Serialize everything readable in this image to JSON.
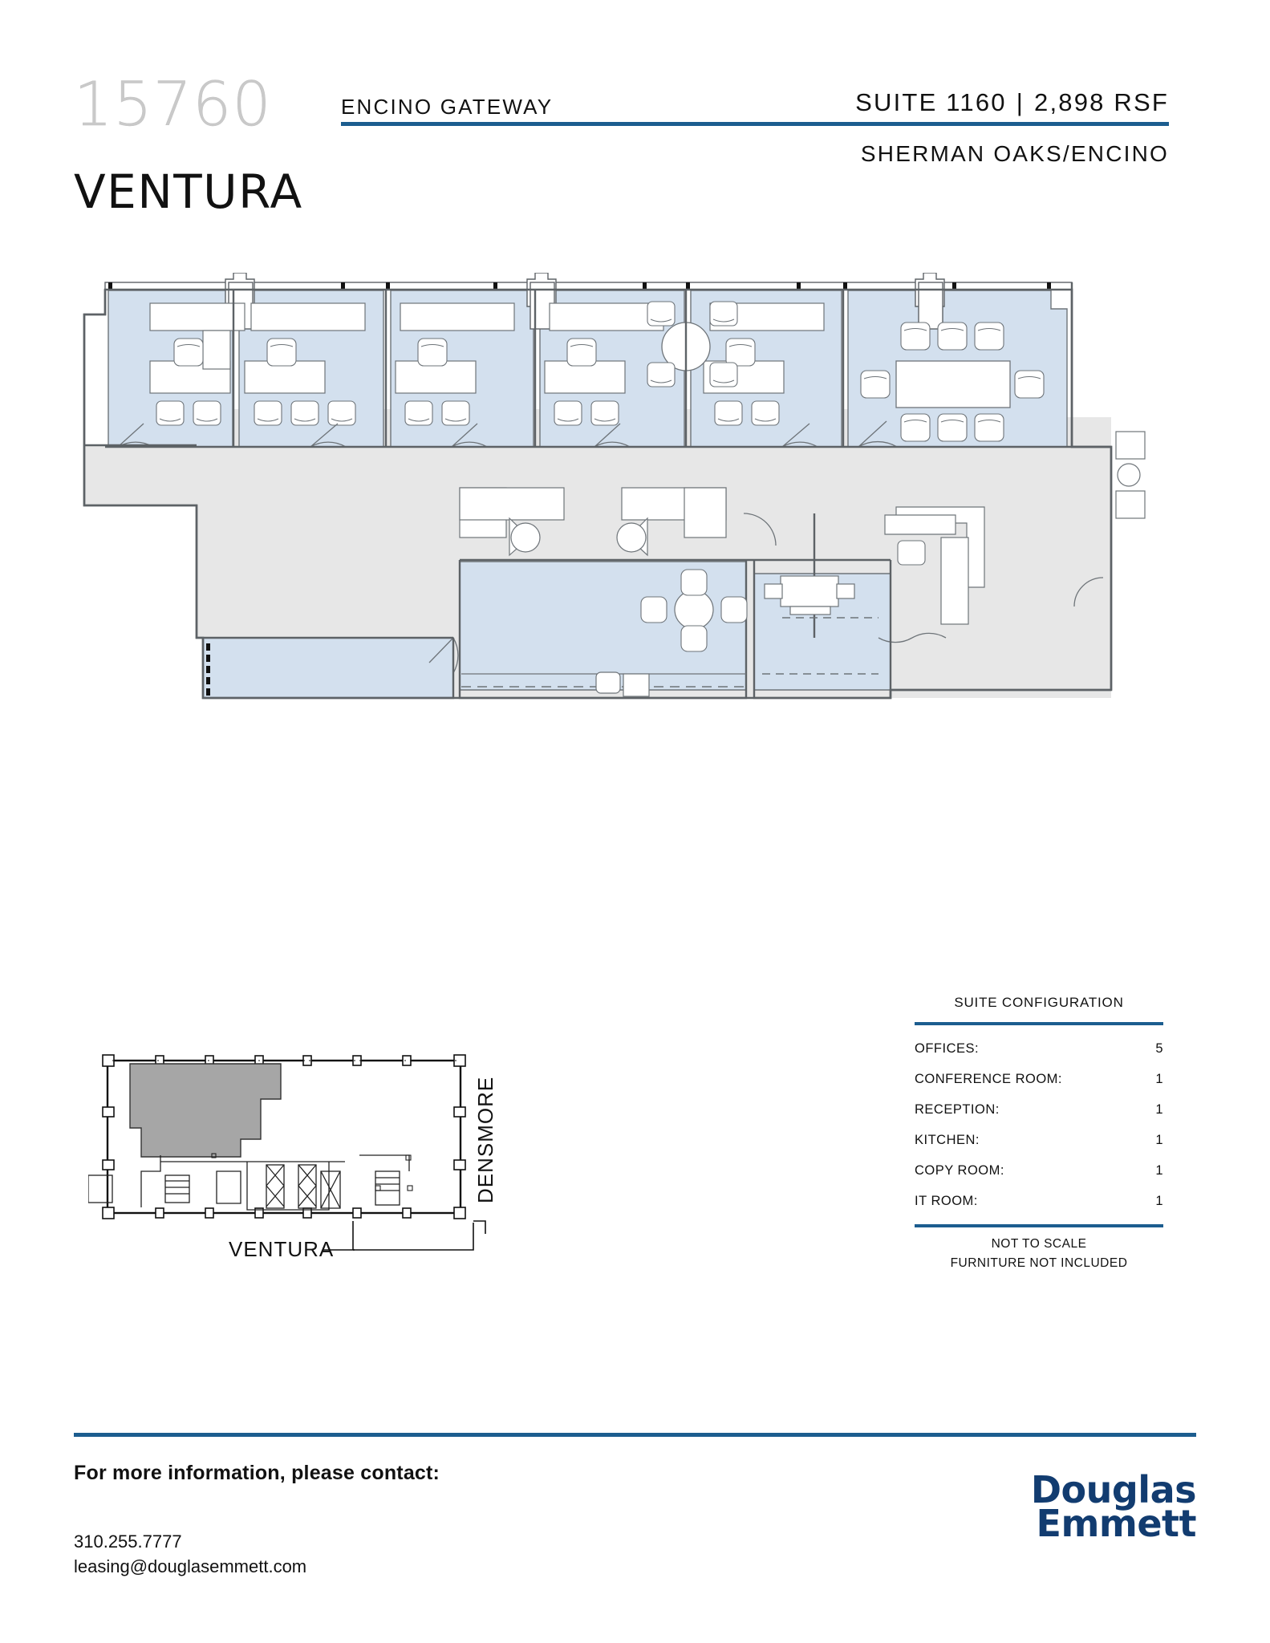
{
  "header": {
    "address_number": "15760",
    "address_street": "VENTURA",
    "building_name": "ENCINO GATEWAY",
    "suite_label": "SUITE 1160",
    "separator": "|",
    "rsf_label": "2,898 RSF",
    "submarket": "SHERMAN OAKS/ENCINO",
    "accent_color": "#1c5d8f"
  },
  "floorplan": {
    "fill_suite": "#d3e0ee",
    "fill_common": "#e7e7e7",
    "stroke": "#6e7479",
    "rooms": [
      {
        "name": "office-1",
        "type": "office"
      },
      {
        "name": "office-2",
        "type": "office"
      },
      {
        "name": "office-3",
        "type": "office"
      },
      {
        "name": "office-4",
        "type": "office"
      },
      {
        "name": "office-5",
        "type": "office"
      },
      {
        "name": "conference-room",
        "type": "conference"
      },
      {
        "name": "reception",
        "type": "reception"
      },
      {
        "name": "kitchen",
        "type": "kitchen"
      },
      {
        "name": "copy-room",
        "type": "copy"
      },
      {
        "name": "it-room",
        "type": "it"
      }
    ]
  },
  "keyplan": {
    "street_bottom": "VENTURA",
    "street_right": "DENSMORE",
    "highlight_color": "#a6a6a6"
  },
  "suite_config": {
    "title": "SUITE CONFIGURATION",
    "rows": [
      {
        "label": "OFFICES:",
        "value": "5"
      },
      {
        "label": "CONFERENCE ROOM:",
        "value": "1"
      },
      {
        "label": "RECEPTION:",
        "value": "1"
      },
      {
        "label": "KITCHEN:",
        "value": "1"
      },
      {
        "label": "COPY ROOM:",
        "value": "1"
      },
      {
        "label": "IT ROOM:",
        "value": "1"
      }
    ],
    "note_scale": "NOT TO SCALE",
    "note_furniture": "FURNITURE NOT INCLUDED"
  },
  "footer": {
    "contact_heading": "For more information, please contact:",
    "phone": "310.255.7777",
    "email": "leasing@douglasemmett.com",
    "logo_line1": "Douglas",
    "logo_line2": "Emmett",
    "logo_color": "#123c70"
  }
}
